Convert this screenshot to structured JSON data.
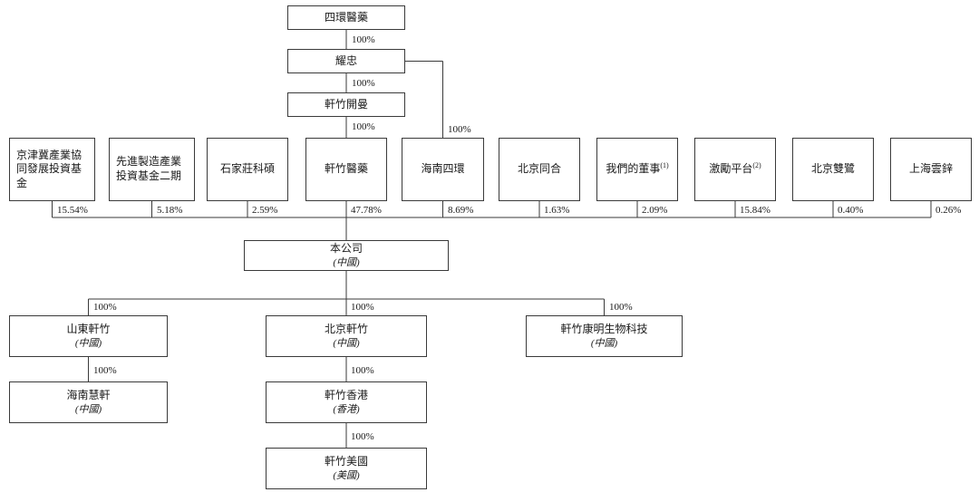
{
  "diagram": {
    "type": "shareholding-structure",
    "chain": [
      {
        "label": "四環醫藥",
        "pct": "100%"
      },
      {
        "label": "耀忠",
        "pct": "100%"
      },
      {
        "label": "軒竹開曼",
        "pct": "100%"
      }
    ],
    "hainan_branch": {
      "pct": "100%"
    },
    "shareholders": [
      {
        "label": "京津冀產業協\n同發展投資基\n金",
        "sup": "",
        "pct": "15.54%"
      },
      {
        "label": "先進製造產業\n投資基金二期",
        "sup": "",
        "pct": "5.18%"
      },
      {
        "label": "石家莊科碩",
        "sup": "",
        "pct": "2.59%"
      },
      {
        "label": "軒竹醫藥",
        "sup": "",
        "pct": "47.78%"
      },
      {
        "label": "海南四環",
        "sup": "",
        "pct": "8.69%"
      },
      {
        "label": "北京同合",
        "sup": "",
        "pct": "1.63%"
      },
      {
        "label": "我們的董事",
        "sup": "(1)",
        "pct": "2.09%"
      },
      {
        "label": "激勵平台",
        "sup": "(2)",
        "pct": "15.84%"
      },
      {
        "label": "北京雙鷺",
        "sup": "",
        "pct": "0.40%"
      },
      {
        "label": "上海雲鋅",
        "sup": "",
        "pct": "0.26%"
      }
    ],
    "company": {
      "label": "本公司",
      "region": "(中國)"
    },
    "subsidiaries_level1": [
      {
        "label": "山東軒竹",
        "region": "(中國)",
        "pct": "100%"
      },
      {
        "label": "北京軒竹",
        "region": "(中國)",
        "pct": "100%"
      },
      {
        "label": "軒竹康明生物科技",
        "region": "(中國)",
        "pct": "100%"
      }
    ],
    "subsidiaries_level2": [
      {
        "label": "海南慧軒",
        "region": "(中國)",
        "pct": "100%"
      },
      {
        "label": "軒竹香港",
        "region": "(香港)",
        "pct": "100%"
      }
    ],
    "subsidiaries_level3": [
      {
        "label": "軒竹美國",
        "region": "(美國)",
        "pct": "100%"
      }
    ]
  }
}
